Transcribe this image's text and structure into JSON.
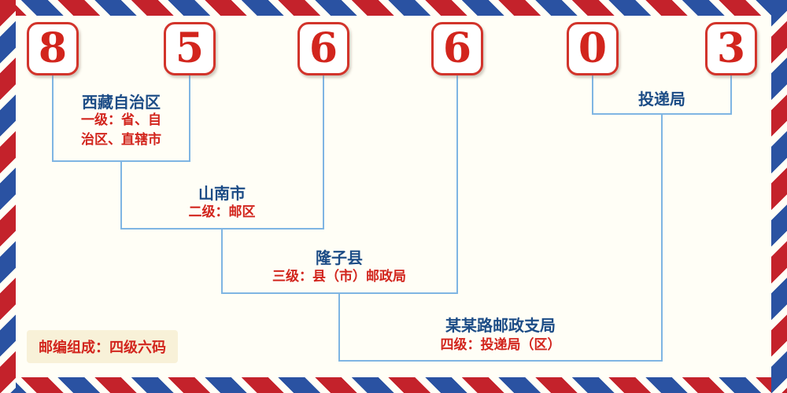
{
  "postal_code": {
    "digits": [
      "8",
      "5",
      "6",
      "6",
      "0",
      "3"
    ]
  },
  "groups": {
    "level1": {
      "name": "西藏自治区",
      "desc": "一级：省、自\n治区、直辖市"
    },
    "level2": {
      "name": "山南市",
      "desc": "二级：邮区"
    },
    "level3": {
      "name": "隆子县",
      "desc": "三级：县（市）邮政局"
    },
    "level4": {
      "name": "某某路邮政支局",
      "desc": "四级：投递局（区）"
    },
    "delivery": {
      "name": "投递局"
    }
  },
  "footer": {
    "composition": "邮编组成：四级六码"
  },
  "colors": {
    "digit_red": "#d2251d",
    "label_blue": "#1c4c86",
    "line_blue": "#7fb5e3",
    "border_red": "#c4222b",
    "border_blue": "#2a52a2",
    "badge_bg": "#f8f1d8"
  }
}
